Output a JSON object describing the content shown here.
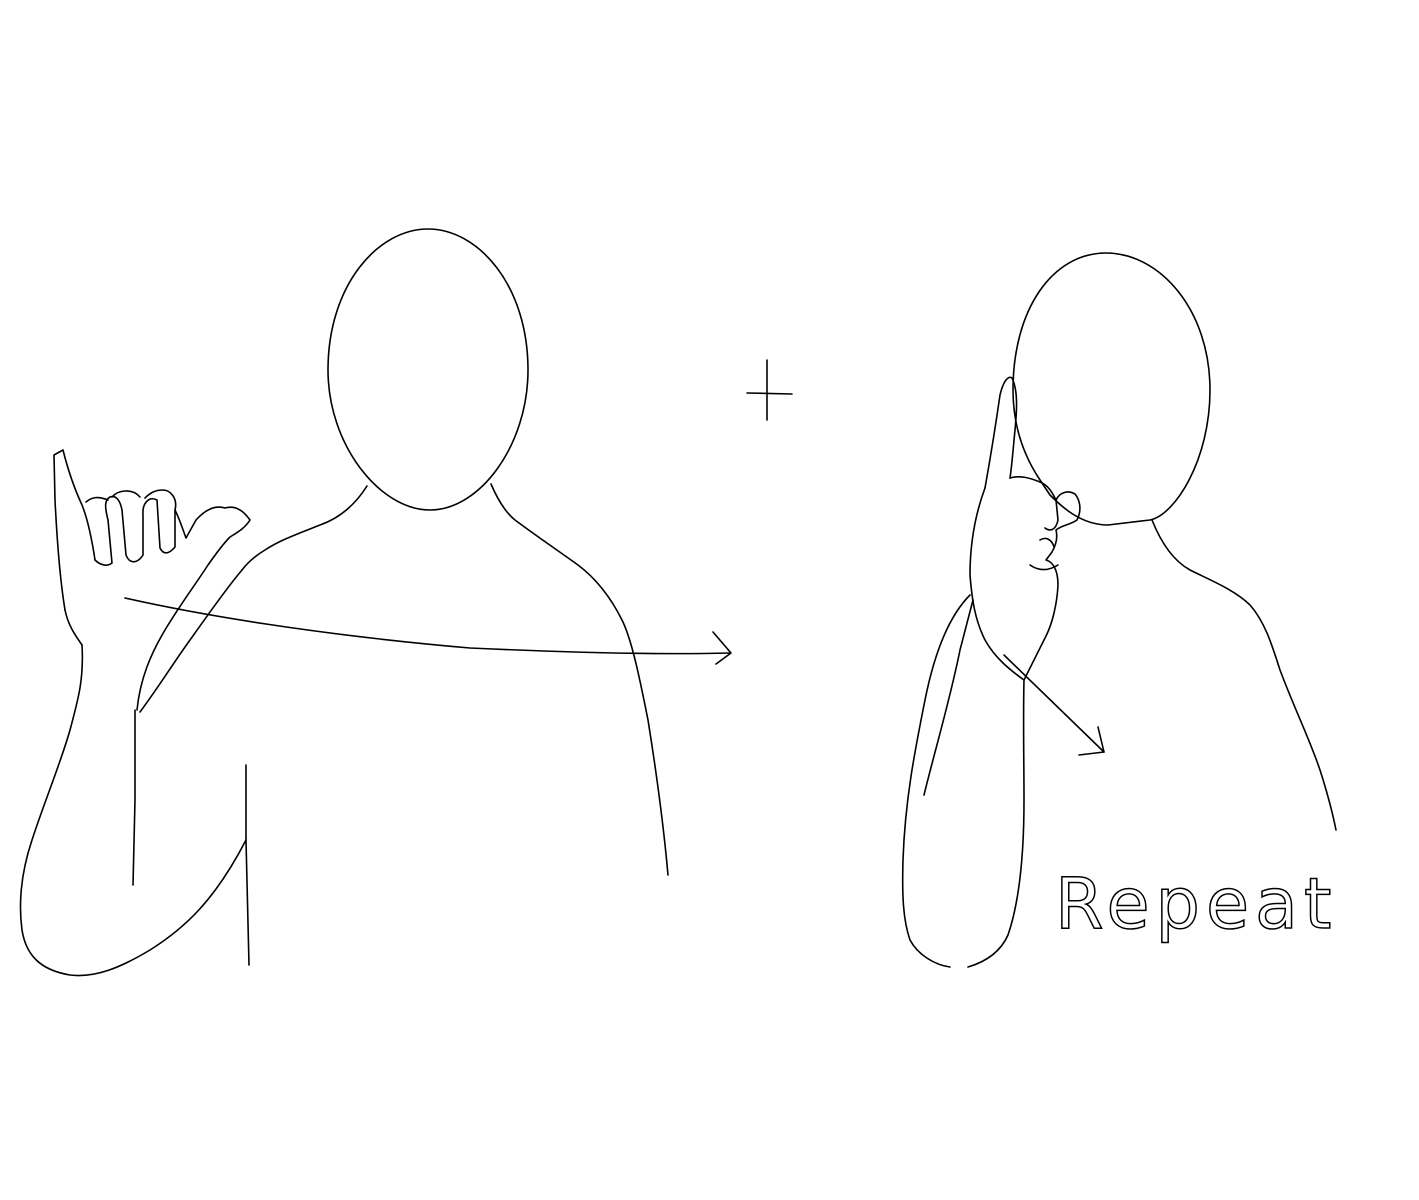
{
  "figure": {
    "background_color": "#ffffff",
    "line_color": "#000000",
    "panels": [
      {
        "name": "figure-left",
        "description_visible": false
      },
      {
        "name": "figure-right",
        "description_visible": false
      }
    ],
    "connector_symbol": "+",
    "repeat_label": "Repeat"
  }
}
